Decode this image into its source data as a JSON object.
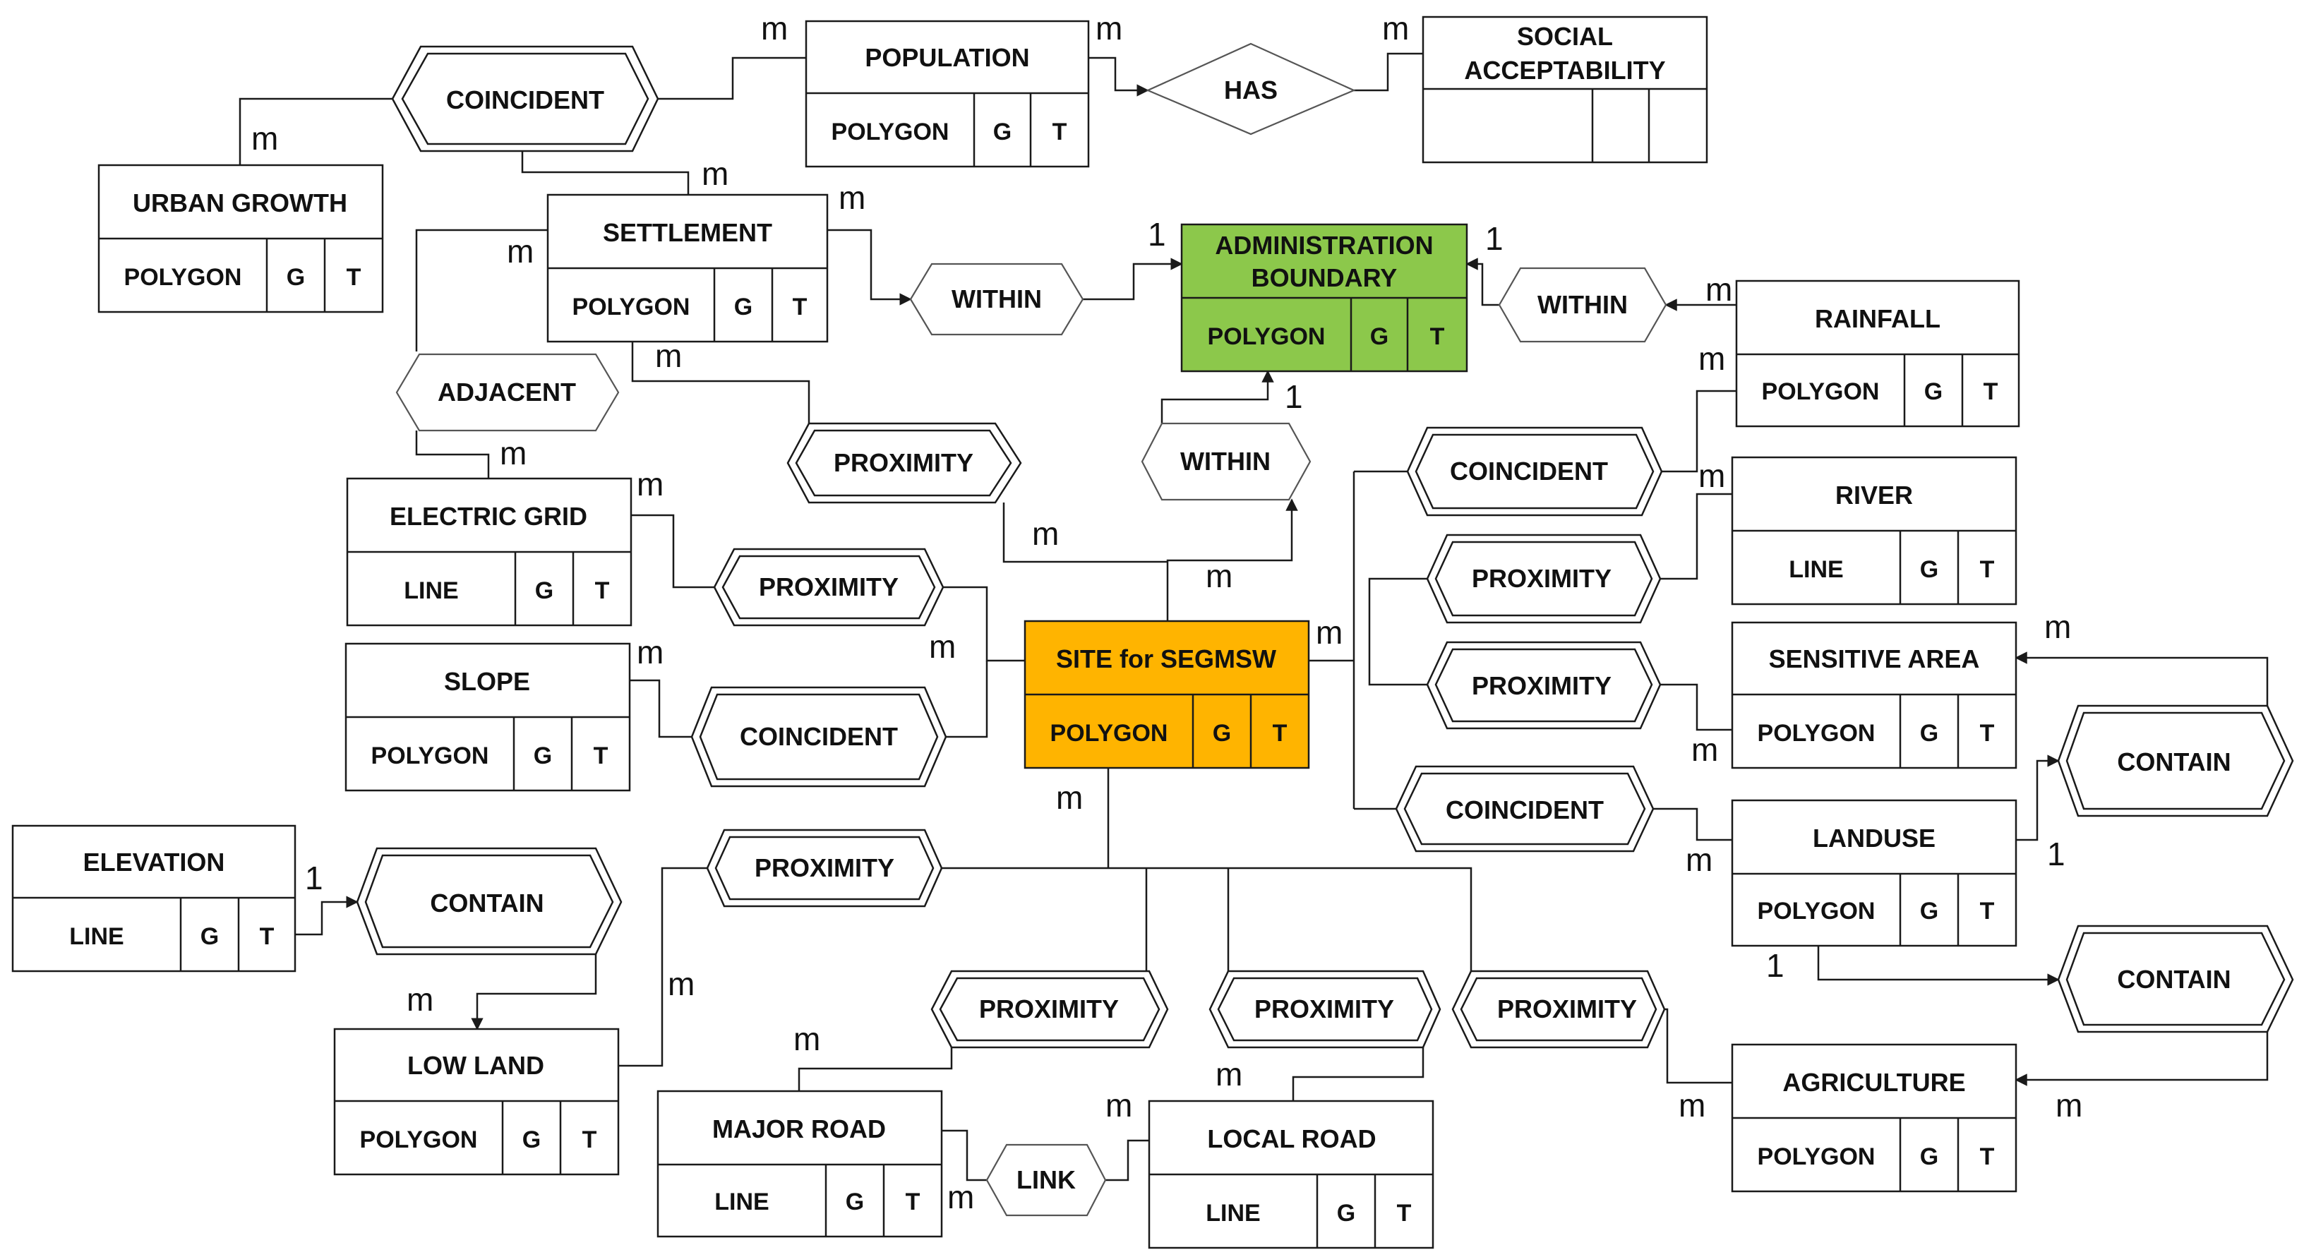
{
  "entities": {
    "population": {
      "title": "POPULATION",
      "geom": "POLYGON",
      "g": "G",
      "t": "T"
    },
    "social_acceptability": {
      "title_line1": "SOCIAL",
      "title_line2": "ACCEPTABILITY"
    },
    "urban_growth": {
      "title": "URBAN GROWTH",
      "geom": "POLYGON",
      "g": "G",
      "t": "T"
    },
    "settlement": {
      "title": "SETTLEMENT",
      "geom": "POLYGON",
      "g": "G",
      "t": "T"
    },
    "administration_boundary": {
      "title_line1": "ADMINISTRATION",
      "title_line2": "BOUNDARY",
      "geom": "POLYGON",
      "g": "G",
      "t": "T",
      "color": "#8cc84b"
    },
    "rainfall": {
      "title": "RAINFALL",
      "geom": "POLYGON",
      "g": "G",
      "t": "T"
    },
    "electric_grid": {
      "title": "ELECTRIC GRID",
      "geom": "LINE",
      "g": "G",
      "t": "T"
    },
    "slope": {
      "title": "SLOPE",
      "geom": "POLYGON",
      "g": "G",
      "t": "T"
    },
    "site": {
      "title": "SITE for SEGMSW",
      "geom": "POLYGON",
      "g": "G",
      "t": "T",
      "color": "#ffb400"
    },
    "river": {
      "title": "RIVER",
      "geom": "LINE",
      "g": "G",
      "t": "T"
    },
    "sensitive_area": {
      "title": "SENSITIVE AREA",
      "geom": "POLYGON",
      "g": "G",
      "t": "T"
    },
    "landuse": {
      "title": "LANDUSE",
      "geom": "POLYGON",
      "g": "G",
      "t": "T"
    },
    "elevation": {
      "title": "ELEVATION",
      "geom": "LINE",
      "g": "G",
      "t": "T"
    },
    "low_land": {
      "title": "LOW LAND",
      "geom": "POLYGON",
      "g": "G",
      "t": "T"
    },
    "major_road": {
      "title": "MAJOR ROAD",
      "geom": "LINE",
      "g": "G",
      "t": "T"
    },
    "local_road": {
      "title": "LOCAL ROAD",
      "geom": "LINE",
      "g": "G",
      "t": "T"
    },
    "agriculture": {
      "title": "AGRICULTURE",
      "geom": "POLYGON",
      "g": "G",
      "t": "T"
    }
  },
  "relationships": {
    "coincident_top": "COINCIDENT",
    "has": "HAS",
    "within_settlement": "WITHIN",
    "within_rainfall": "WITHIN",
    "within_site": "WITHIN",
    "adjacent": "ADJACENT",
    "proximity_settlement": "PROXIMITY",
    "proximity_electric": "PROXIMITY",
    "coincident_slope": "COINCIDENT",
    "coincident_rainfall": "COINCIDENT",
    "proximity_river": "PROXIMITY",
    "proximity_sensitive": "PROXIMITY",
    "coincident_landuse": "COINCIDENT",
    "contain_sensitive": "CONTAIN",
    "contain_agriculture": "CONTAIN",
    "contain_elevation": "CONTAIN",
    "proximity_lowland": "PROXIMITY",
    "proximity_major": "PROXIMITY",
    "proximity_local": "PROXIMITY",
    "proximity_agriculture": "PROXIMITY",
    "link": "LINK"
  },
  "cardinality": {
    "many": "m",
    "one": "1"
  }
}
